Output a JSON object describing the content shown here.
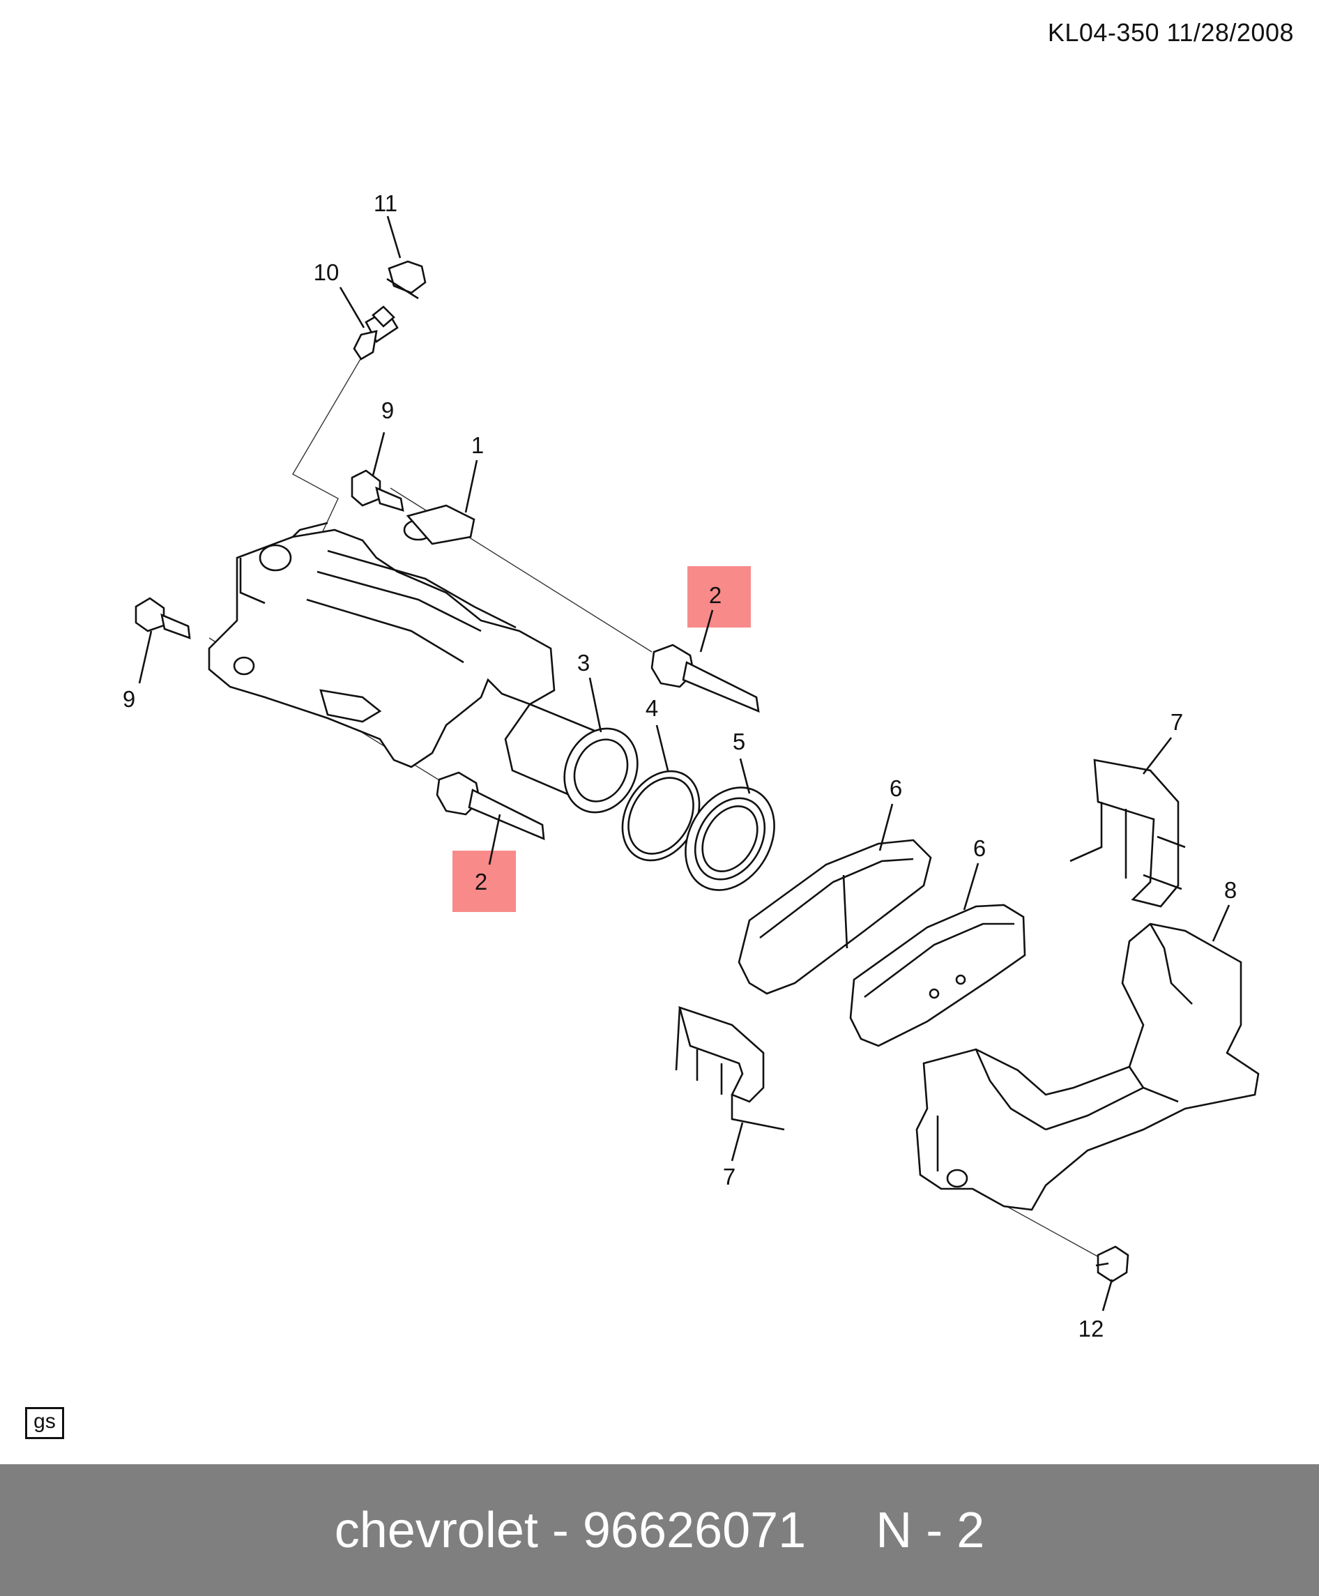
{
  "header": {
    "doc_id": "KL04-350 11/28/2008"
  },
  "logo": {
    "text": "gs"
  },
  "callouts": {
    "c1": "1",
    "c2a": "2",
    "c2b": "2",
    "c3": "3",
    "c4": "4",
    "c5": "5",
    "c6a": "6",
    "c6b": "6",
    "c7a": "7",
    "c7b": "7",
    "c8": "8",
    "c9a": "9",
    "c9b": "9",
    "c10": "10",
    "c11": "11",
    "c12": "12"
  },
  "highlight_color": "#f88a8a",
  "footer": {
    "text": "chevrolet - 96626071     N - 2",
    "background": "#7f7f7f"
  }
}
